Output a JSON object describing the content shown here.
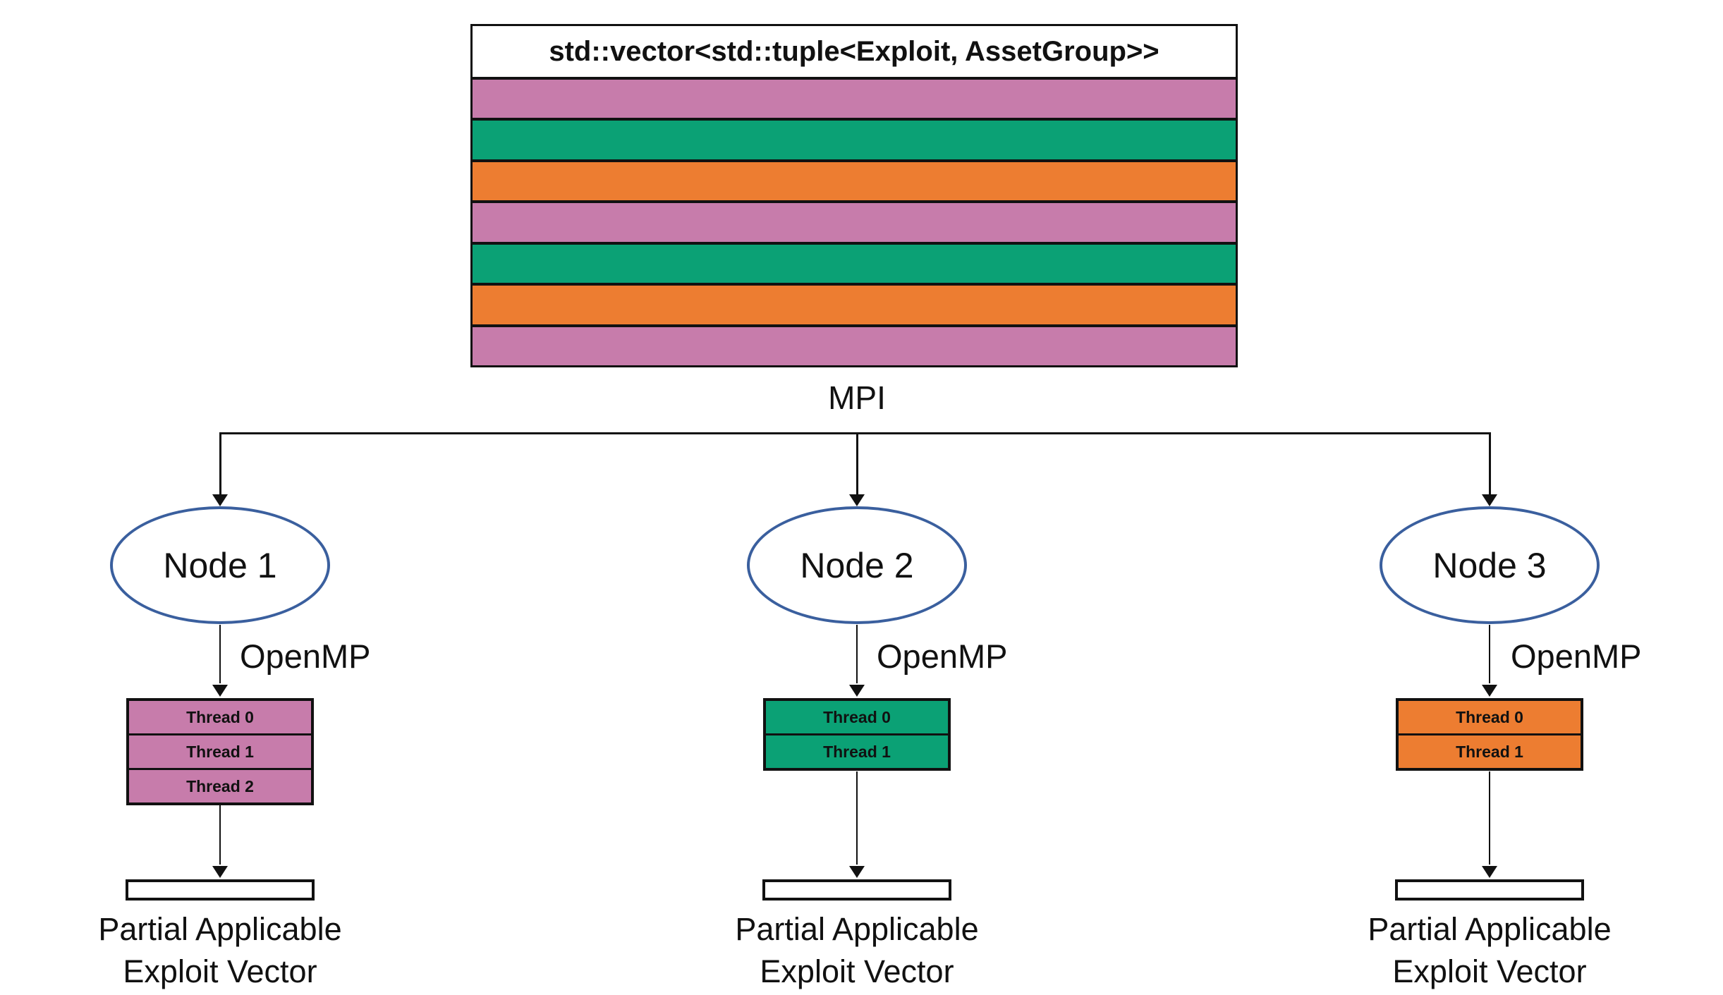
{
  "title_box": {
    "title": "std::vector<std::tuple<Exploit, AssetGroup>>",
    "stripes": [
      "pink",
      "green",
      "orange",
      "pink",
      "green",
      "orange",
      "pink"
    ]
  },
  "palette": {
    "pink": "#C77CAB",
    "green": "#0BA175",
    "orange": "#ED7D31",
    "ellipse_stroke": "#3A5F9E",
    "line": "#111111"
  },
  "mpi_label": "MPI",
  "openmp_label": "OpenMP",
  "nodes": [
    {
      "label": "Node 1",
      "color": "pink",
      "threads": [
        "Thread 0",
        "Thread 1",
        "Thread 2"
      ],
      "caption_line1": "Partial Applicable",
      "caption_line2": "Exploit Vector"
    },
    {
      "label": "Node 2",
      "color": "green",
      "threads": [
        "Thread 0",
        "Thread 1"
      ],
      "caption_line1": "Partial Applicable",
      "caption_line2": "Exploit Vector"
    },
    {
      "label": "Node 3",
      "color": "orange",
      "threads": [
        "Thread 0",
        "Thread 1"
      ],
      "caption_line1": "Partial Applicable",
      "caption_line2": "Exploit Vector"
    }
  ]
}
